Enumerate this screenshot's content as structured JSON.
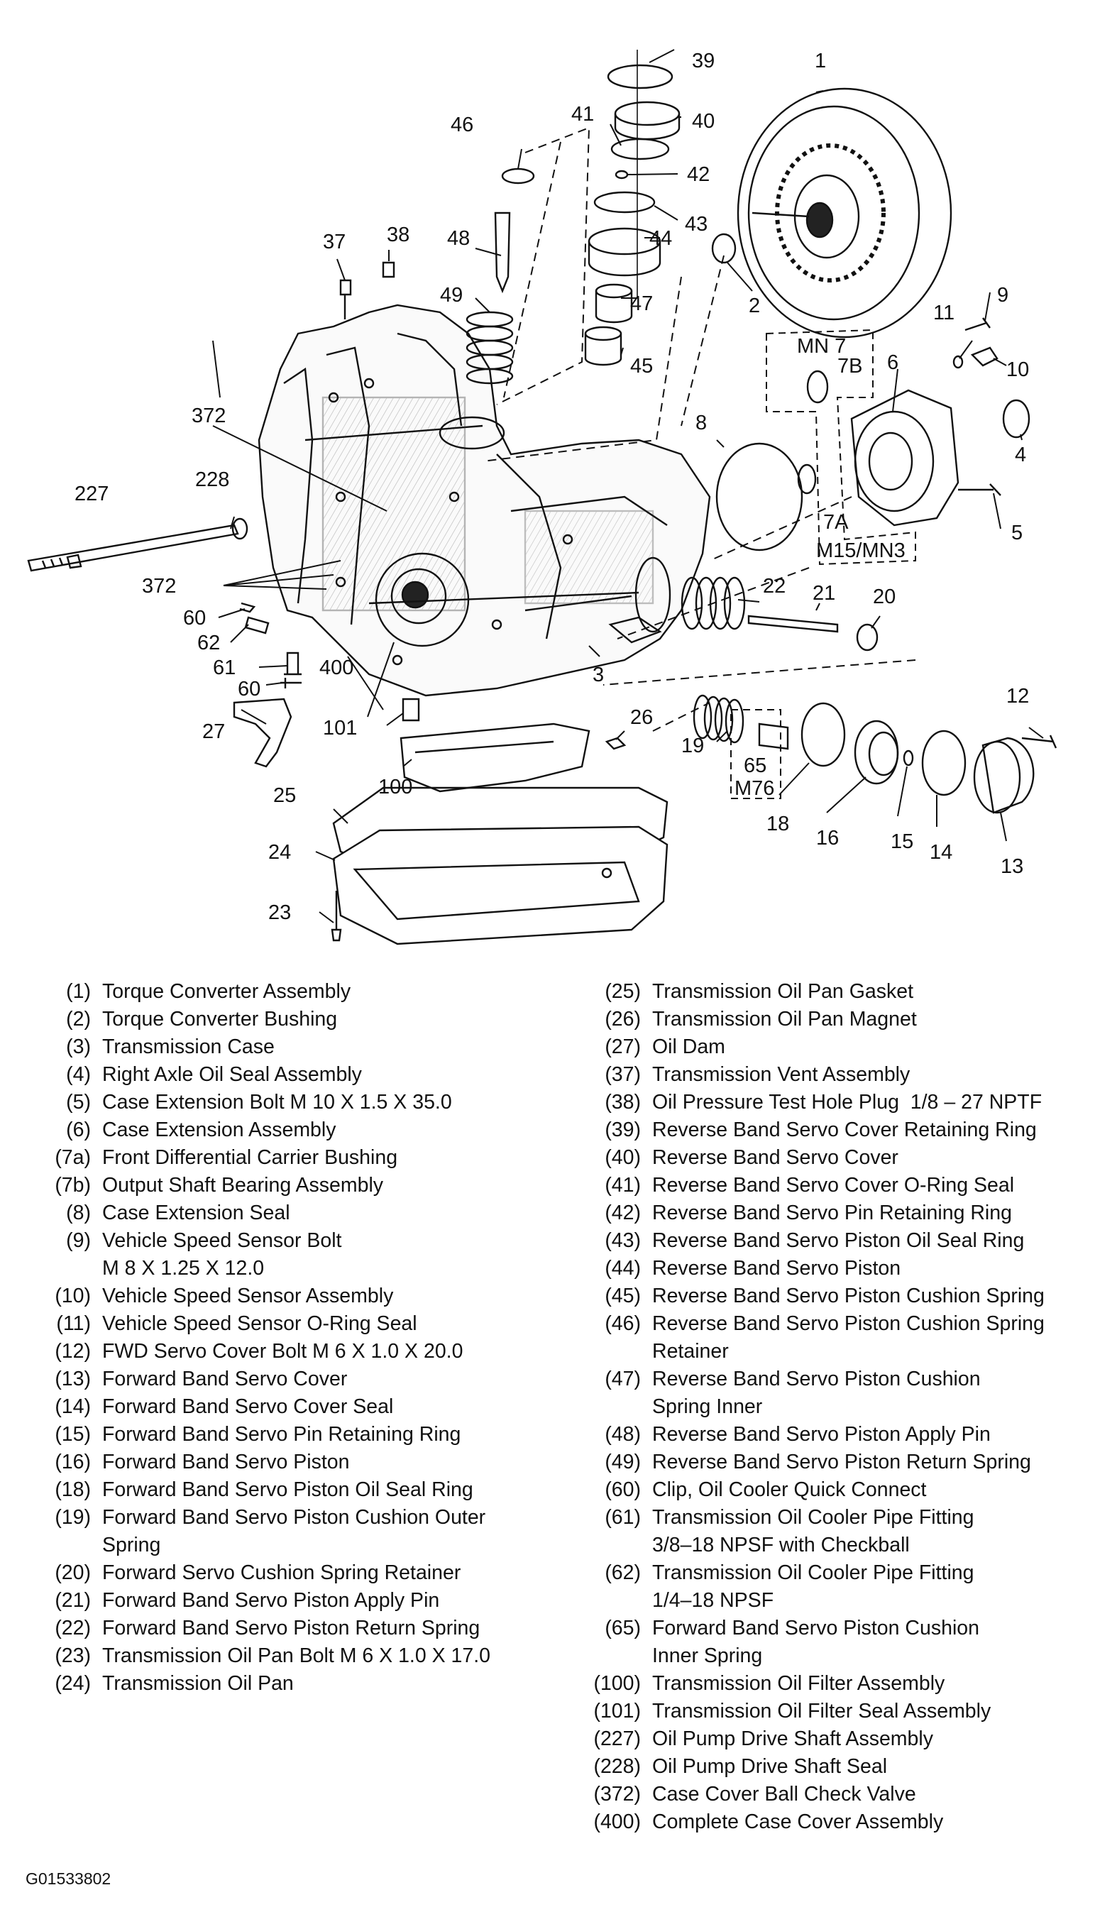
{
  "figure": {
    "id": "G01533802",
    "callouts": [
      "1",
      "2",
      "3",
      "4",
      "5",
      "6",
      "7A",
      "7B",
      "8",
      "9",
      "10",
      "11",
      "12",
      "13",
      "14",
      "15",
      "16",
      "18",
      "19",
      "20",
      "21",
      "22",
      "23",
      "24",
      "25",
      "26",
      "27",
      "37",
      "38",
      "39",
      "40",
      "41",
      "42",
      "43",
      "44",
      "45",
      "46",
      "47",
      "48",
      "49",
      "60",
      "60",
      "61",
      "62",
      "65",
      "100",
      "101",
      "227",
      "228",
      "372",
      "372",
      "400"
    ],
    "option_boxes": [
      {
        "code": "MN 7"
      },
      {
        "code": "M15/MN3"
      },
      {
        "code": "M76"
      }
    ]
  },
  "legend_left": [
    {
      "num": "(1)",
      "desc": "Torque Converter Assembly"
    },
    {
      "num": "(2)",
      "desc": "Torque Converter Bushing"
    },
    {
      "num": "(3)",
      "desc": "Transmission Case"
    },
    {
      "num": "(4)",
      "desc": "Right Axle Oil Seal Assembly"
    },
    {
      "num": "(5)",
      "desc": "Case Extension Bolt M 10 X 1.5 X 35.0"
    },
    {
      "num": "(6)",
      "desc": "Case Extension Assembly"
    },
    {
      "num": "(7a)",
      "desc": "Front Differential Carrier Bushing"
    },
    {
      "num": "(7b)",
      "desc": "Output Shaft Bearing Assembly"
    },
    {
      "num": "(8)",
      "desc": "Case Extension Seal"
    },
    {
      "num": "(9)",
      "desc": "Vehicle Speed Sensor Bolt\nM 8 X 1.25 X 12.0"
    },
    {
      "num": "(10)",
      "desc": "Vehicle Speed Sensor Assembly"
    },
    {
      "num": "(11)",
      "desc": "Vehicle Speed Sensor O-Ring Seal"
    },
    {
      "num": "(12)",
      "desc": "FWD Servo Cover Bolt M 6 X 1.0 X 20.0"
    },
    {
      "num": "(13)",
      "desc": "Forward Band Servo Cover"
    },
    {
      "num": "(14)",
      "desc": "Forward Band Servo Cover Seal"
    },
    {
      "num": "(15)",
      "desc": "Forward Band Servo Pin Retaining Ring"
    },
    {
      "num": "(16)",
      "desc": "Forward Band Servo Piston"
    },
    {
      "num": "(18)",
      "desc": "Forward Band Servo Piston Oil Seal Ring"
    },
    {
      "num": "(19)",
      "desc": "Forward Band Servo Piston Cushion Outer\nSpring"
    },
    {
      "num": "(20)",
      "desc": "Forward Servo Cushion Spring Retainer"
    },
    {
      "num": "(21)",
      "desc": "Forward Band Servo Piston Apply Pin"
    },
    {
      "num": "(22)",
      "desc": "Forward Band Servo Piston Return Spring"
    },
    {
      "num": "(23)",
      "desc": "Transmission Oil Pan Bolt M 6 X 1.0 X 17.0"
    },
    {
      "num": "(24)",
      "desc": "Transmission Oil Pan"
    }
  ],
  "legend_right": [
    {
      "num": "(25)",
      "desc": "Transmission Oil Pan Gasket"
    },
    {
      "num": "(26)",
      "desc": "Transmission Oil Pan Magnet"
    },
    {
      "num": "(27)",
      "desc": "Oil Dam"
    },
    {
      "num": "(37)",
      "desc": "Transmission Vent Assembly"
    },
    {
      "num": "(38)",
      "desc": "Oil Pressure Test Hole Plug  1/8 – 27 NPTF"
    },
    {
      "num": "(39)",
      "desc": "Reverse Band Servo Cover Retaining Ring"
    },
    {
      "num": "(40)",
      "desc": "Reverse Band Servo Cover"
    },
    {
      "num": "(41)",
      "desc": "Reverse Band Servo Cover O-Ring Seal"
    },
    {
      "num": "(42)",
      "desc": "Reverse Band Servo Pin Retaining Ring"
    },
    {
      "num": "(43)",
      "desc": "Reverse Band Servo Piston Oil Seal Ring"
    },
    {
      "num": "(44)",
      "desc": "Reverse Band Servo Piston"
    },
    {
      "num": "(45)",
      "desc": "Reverse Band Servo Piston Cushion Spring"
    },
    {
      "num": "(46)",
      "desc": "Reverse Band Servo Piston Cushion Spring\nRetainer"
    },
    {
      "num": "(47)",
      "desc": "Reverse Band Servo Piston Cushion\nSpring Inner"
    },
    {
      "num": "(48)",
      "desc": "Reverse Band Servo Piston Apply Pin"
    },
    {
      "num": "(49)",
      "desc": "Reverse Band Servo Piston Return Spring"
    },
    {
      "num": "(60)",
      "desc": "Clip, Oil Cooler Quick Connect"
    },
    {
      "num": "(61)",
      "desc": "Transmission Oil Cooler Pipe Fitting\n3/8–18 NPSF with Checkball"
    },
    {
      "num": "(62)",
      "desc": "Transmission Oil Cooler Pipe Fitting\n1/4–18 NPSF"
    },
    {
      "num": "(65)",
      "desc": "Forward Band Servo Piston Cushion\nInner Spring"
    },
    {
      "num": "(100)",
      "desc": "Transmission Oil Filter Assembly"
    },
    {
      "num": "(101)",
      "desc": "Transmission Oil Filter Seal Assembly"
    },
    {
      "num": "(227)",
      "desc": "Oil Pump Drive Shaft Assembly"
    },
    {
      "num": "(228)",
      "desc": "Oil Pump Drive Shaft Seal"
    },
    {
      "num": "(372)",
      "desc": "Case Cover Ball Check Valve"
    },
    {
      "num": "(400)",
      "desc": "Complete Case Cover Assembly"
    }
  ]
}
